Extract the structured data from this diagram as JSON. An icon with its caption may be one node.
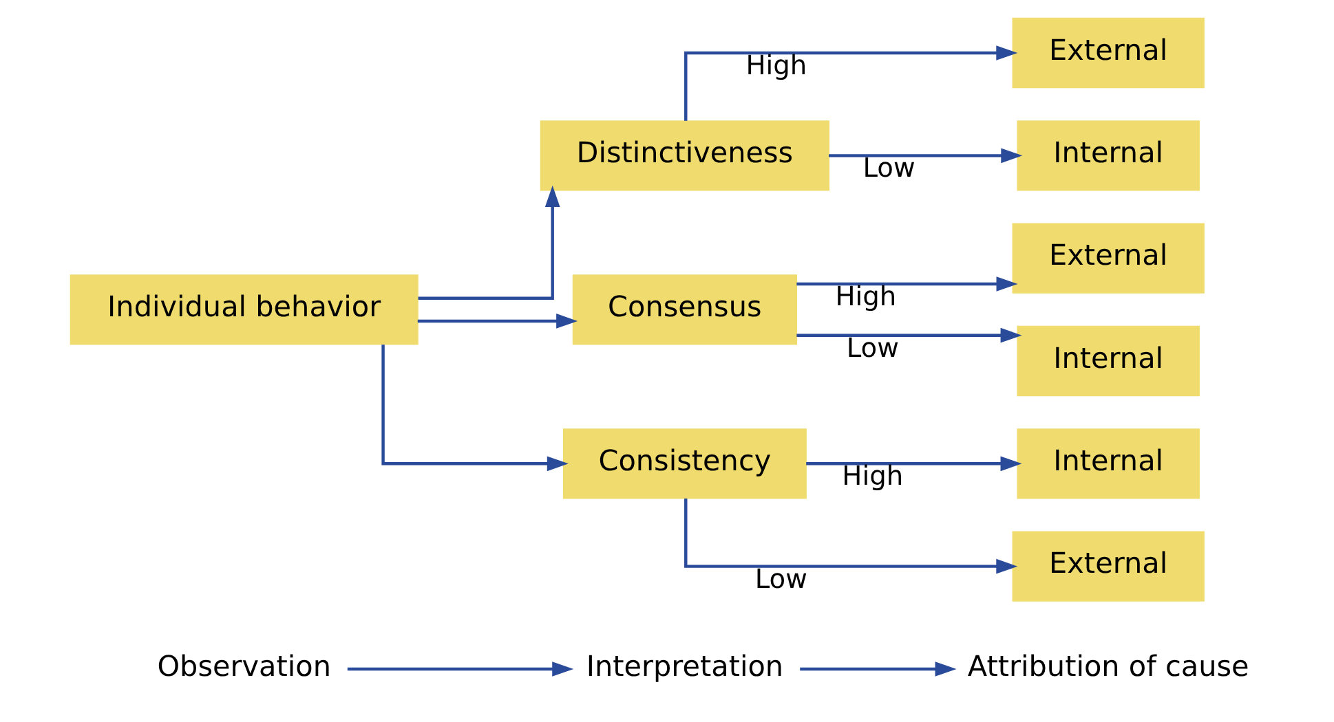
{
  "diagram": {
    "nodes": [
      {
        "text": [
          "Observation"
        ]
      },
      {
        "text": [
          "Interpretation"
        ]
      },
      {
        "text": [
          "Attribution of cause"
        ]
      },
      {
        "text": [
          "Individual behavior"
        ]
      },
      {
        "text": [
          "Distinctiveness"
        ]
      },
      {
        "text": [
          "Consensus"
        ]
      },
      {
        "text": [
          "Consistency"
        ]
      },
      {
        "text": [
          "External"
        ]
      },
      {
        "text": [
          "Internal"
        ]
      },
      {
        "text": [
          "External"
        ]
      },
      {
        "text": [
          "Internal"
        ]
      },
      {
        "text": [
          "Internal"
        ]
      },
      {
        "text": [
          "External"
        ]
      }
    ],
    "edges": [
      {
        "from": 0,
        "to": 1,
        "arrow": "to"
      },
      {
        "from": 1,
        "to": 2,
        "arrow": "to"
      },
      {
        "from": 3,
        "to": 4,
        "arrow": "to"
      },
      {
        "from": 3,
        "to": 5,
        "arrow": "to"
      },
      {
        "from": 3,
        "to": 6,
        "arrow": "to"
      },
      {
        "from": 4,
        "to": 7,
        "arrow": "to",
        "label": "High"
      },
      {
        "from": 4,
        "to": 8,
        "arrow": "to",
        "label": "Low"
      },
      {
        "from": 5,
        "to": 9,
        "arrow": "to",
        "label": "High"
      },
      {
        "from": 5,
        "to": 10,
        "arrow": "to",
        "label": "Low"
      },
      {
        "from": 6,
        "to": 11,
        "arrow": "to",
        "label": "High"
      },
      {
        "from": 6,
        "to": 12,
        "arrow": "to",
        "label": "Low"
      }
    ]
  }
}
